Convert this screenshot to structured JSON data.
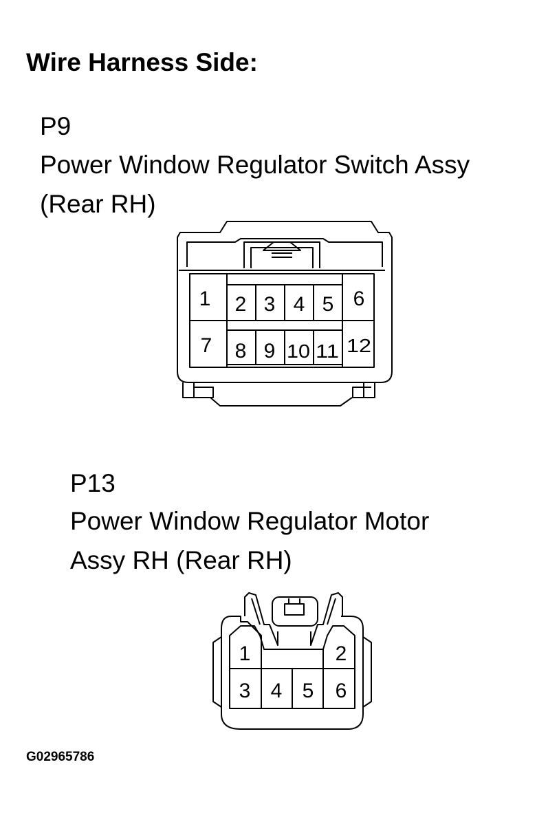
{
  "heading": "Wire Harness Side:",
  "connectors": [
    {
      "code": "P9",
      "name_line1": "Power Window Regulator Switch Assy",
      "name_line2": "(Rear RH)",
      "pins": [
        "1",
        "2",
        "3",
        "4",
        "5",
        "6",
        "7",
        "8",
        "9",
        "10",
        "11",
        "12"
      ]
    },
    {
      "code": "P13",
      "name_line1": "Power Window Regulator Motor",
      "name_line2": "Assy RH (Rear RH)",
      "pins": [
        "1",
        "2",
        "3",
        "4",
        "5",
        "6"
      ]
    }
  ],
  "figure_code": "G02965786"
}
